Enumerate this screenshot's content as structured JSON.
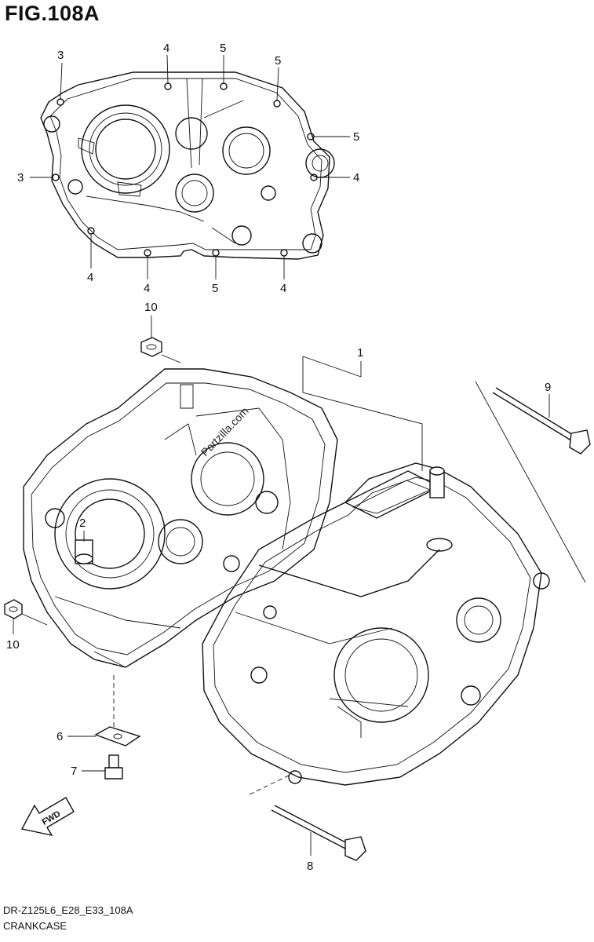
{
  "figure": {
    "title": "FIG.108A",
    "footer_code": "DR-Z125L6_E28_E33_108A",
    "footer_name": "CRANKCASE",
    "watermark": "Partzilla.com"
  },
  "callouts": {
    "top_bolts": [
      {
        "id": "c-top-3a",
        "label": "3"
      },
      {
        "id": "c-top-4a",
        "label": "4"
      },
      {
        "id": "c-top-5a",
        "label": "5"
      },
      {
        "id": "c-top-5b",
        "label": "5"
      },
      {
        "id": "c-top-5c",
        "label": "5"
      },
      {
        "id": "c-top-3b",
        "label": "3"
      },
      {
        "id": "c-top-4b",
        "label": "4"
      },
      {
        "id": "c-bot-4a",
        "label": "4"
      },
      {
        "id": "c-bot-4b",
        "label": "4"
      },
      {
        "id": "c-bot-5",
        "label": "5"
      },
      {
        "id": "c-bot-4c",
        "label": "4"
      }
    ],
    "parts": [
      {
        "id": "p1",
        "label": "1"
      },
      {
        "id": "p2",
        "label": "2"
      },
      {
        "id": "p6",
        "label": "6"
      },
      {
        "id": "p7",
        "label": "7"
      },
      {
        "id": "p8",
        "label": "8"
      },
      {
        "id": "p9",
        "label": "9"
      },
      {
        "id": "p10a",
        "label": "10"
      },
      {
        "id": "p10b",
        "label": "10"
      }
    ]
  },
  "fwd_arrow": {
    "label": "FWD"
  }
}
